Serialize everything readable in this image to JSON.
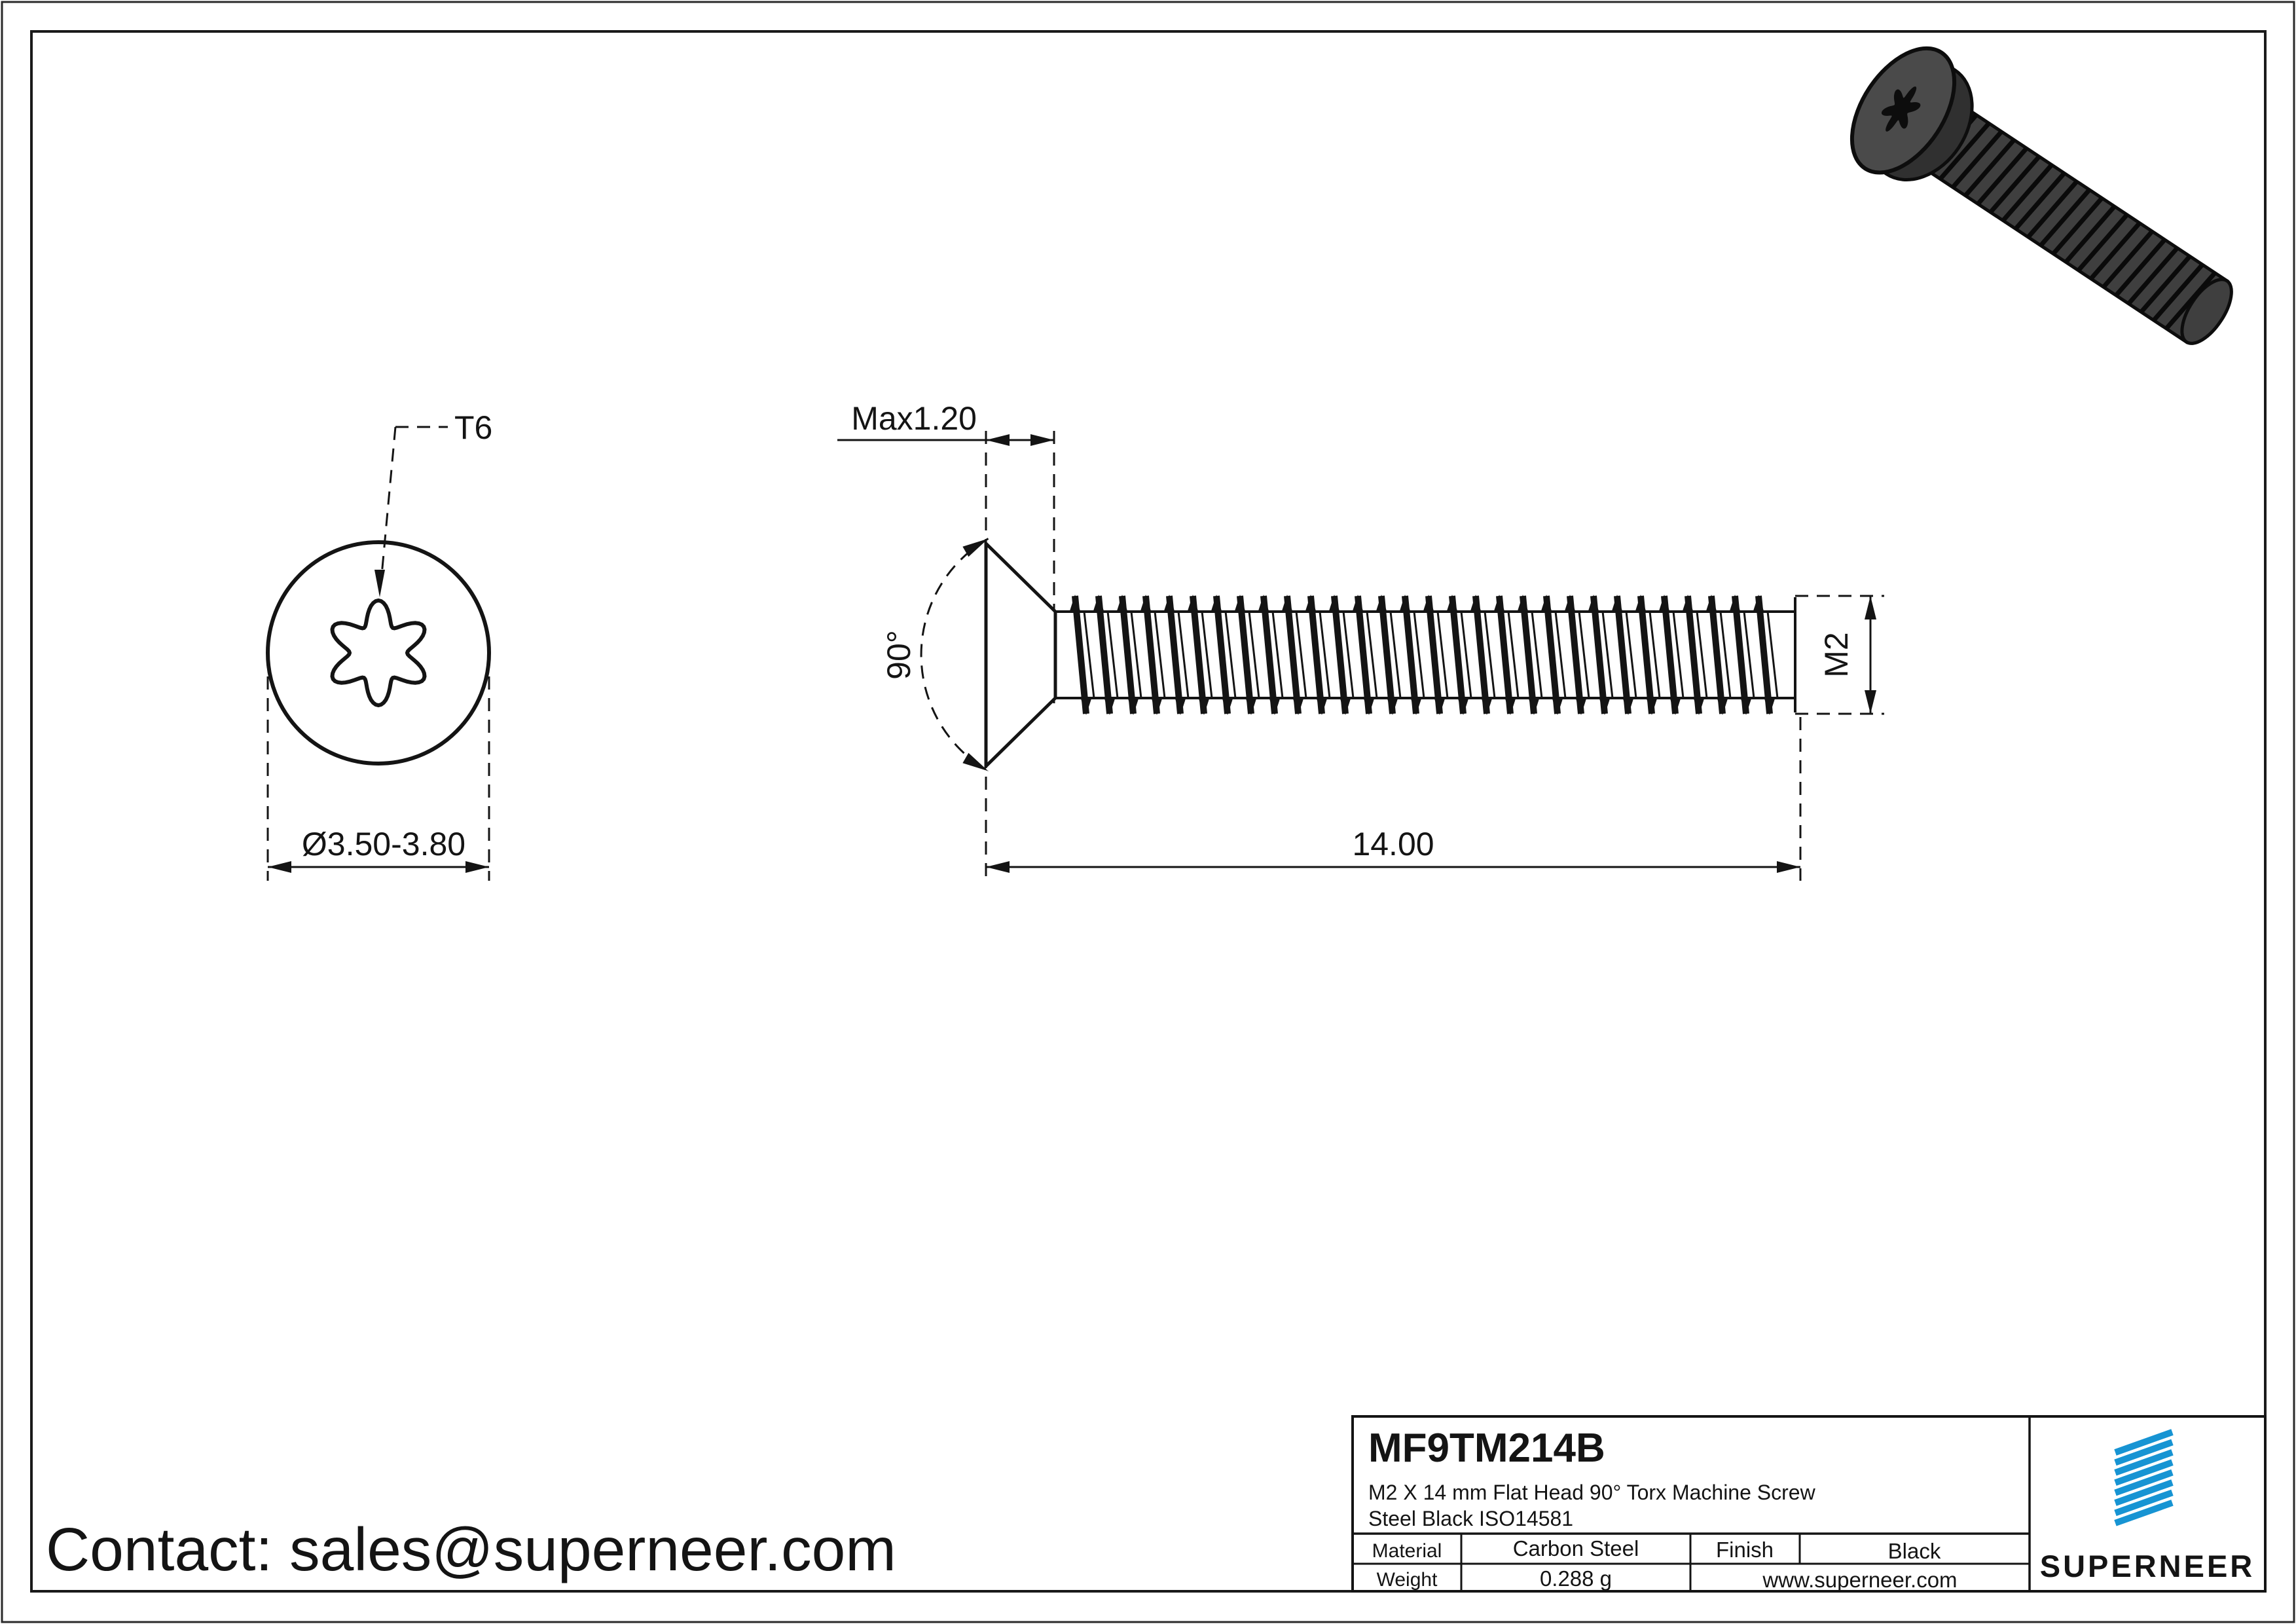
{
  "page": {
    "contact": "Contact: sales@superneer.com"
  },
  "drawing": {
    "top_view": {
      "drive_label": "T6",
      "diameter_label": "Ø3.50-3.80"
    },
    "side_view": {
      "head_height_label": "Max1.20",
      "angle_label": "90°",
      "length_label": "14.00",
      "thread_label": "M2"
    }
  },
  "title_block": {
    "part_number": "MF9TM214B",
    "description_line1": "M2  X 14 mm Flat Head 90°  Torx Machine Screw",
    "description_line2": "Steel Black ISO14581",
    "material_label": "Material",
    "material_value": "Carbon Steel",
    "finish_label": "Finish",
    "finish_value": "Black",
    "weight_label": "Weight",
    "weight_value": "0.288 g",
    "website": "www.superneer.com",
    "brand": "SUPERNEER"
  },
  "colors": {
    "line": "#141414",
    "brand_blue": "#1794d3",
    "link_blue": "#1b87d6",
    "screw_dark": "#3f3f3f",
    "screw_mid": "#4a4a4a",
    "screw_outline": "#0d0d0d"
  }
}
